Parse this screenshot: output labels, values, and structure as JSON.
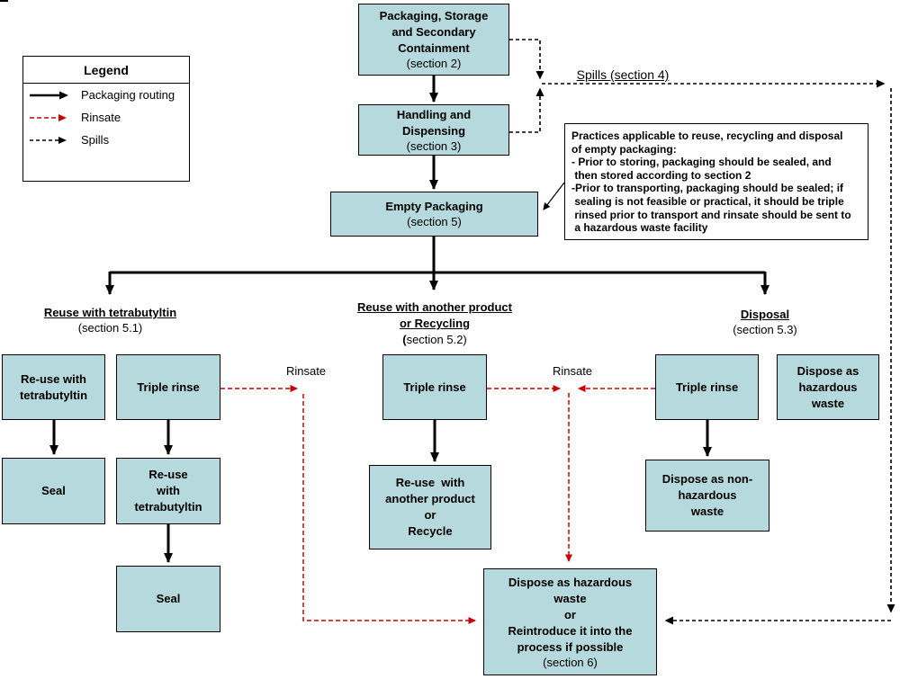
{
  "colors": {
    "box_fill": "#b5d9dc",
    "rinsate_red": "#cc0000",
    "line_black": "#000000"
  },
  "legend": {
    "title": "Legend",
    "items": [
      {
        "label": "Packaging routing"
      },
      {
        "label": "Rinsate"
      },
      {
        "label": "Spills"
      }
    ]
  },
  "top_flow": {
    "packaging": {
      "title": "Packaging, Storage\nand Secondary\nContainment",
      "section": "(section 2)"
    },
    "handling": {
      "title": "Handling and\nDispensing",
      "section": "(section 3)"
    },
    "empty": {
      "title": "Empty Packaging",
      "section": "(section 5)"
    },
    "spills_label": "Spills (section 4)",
    "note": "Practices applicable to reuse, recycling and disposal\nof empty packaging:\n- Prior to storing, packaging should be sealed, and\n then stored according to section 2\n-Prior to transporting, packaging should be sealed; if\n sealing is not feasible or practical, it should be triple\n rinsed prior to transport and rinsate should be sent to\n a hazardous waste facility"
  },
  "branches": {
    "left": {
      "title": "Reuse with tetrabutyltin",
      "section": "(section 5.1)"
    },
    "center": {
      "title": "Reuse with another product\nor Recycling",
      "paren": "(",
      "section": "section 5.2)"
    },
    "right": {
      "title": "Disposal",
      "section": "(section 5.3)"
    }
  },
  "boxes": {
    "reuse_tbt_a": "Re-use with\ntetrabutyltin",
    "triple_rinse_left": "Triple rinse",
    "seal_a": "Seal",
    "reuse_tbt_b": "Re-use\nwith\ntetrabutyltin",
    "seal_b": "Seal",
    "triple_rinse_center": "Triple rinse",
    "reuse_another": "Re-use  with\nanother product\nor\nRecycle",
    "triple_rinse_right": "Triple rinse",
    "dispose_hazardous": "Dispose as\nhazardous\nwaste",
    "dispose_non_hazardous": "Dispose as non-\nhazardous\nwaste",
    "final_title": "Dispose as hazardous\nwaste\nor\nReintroduce it into the\nprocess if possible",
    "final_section": "(section 6)"
  },
  "labels": {
    "rinsate_left": "Rinsate",
    "rinsate_right": "Rinsate"
  }
}
